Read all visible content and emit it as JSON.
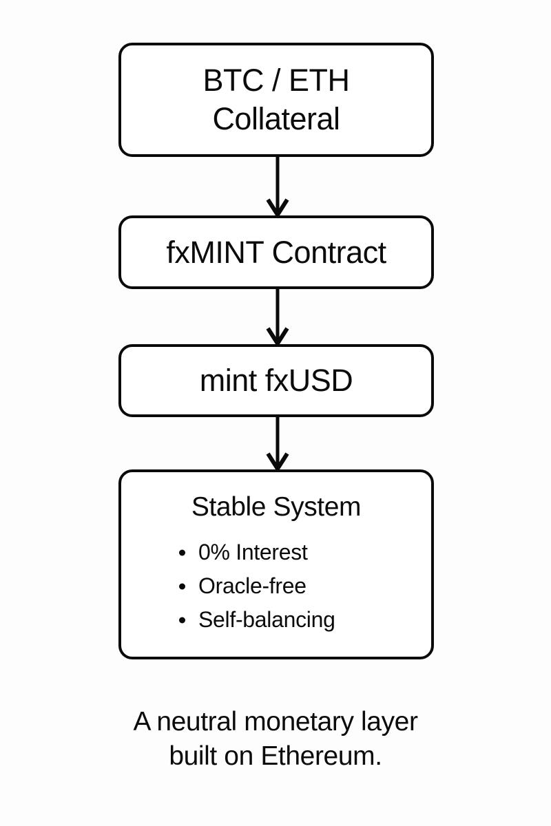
{
  "diagram": {
    "type": "flowchart",
    "orientation": "vertical",
    "background_color": "#fdfdfd",
    "stroke_color": "#0a0a0a",
    "text_color": "#0b0b0b",
    "nodes": [
      {
        "id": "collateral",
        "title": "BTC / ETH\nCollateral",
        "line1": "BTC / ETH",
        "line2": "Collateral"
      },
      {
        "id": "contract",
        "title": "fxMINT Contract"
      },
      {
        "id": "mint",
        "title": "mint fxUSD"
      },
      {
        "id": "system",
        "title": "Stable System",
        "bullets": [
          "0% Interest",
          "Oracle-free",
          "Self-balancing"
        ]
      }
    ],
    "connectors": [
      {
        "id": "collateral-to-contract",
        "from": "collateral",
        "to": "contract",
        "style": "arrow-down"
      },
      {
        "id": "contract-to-mint",
        "from": "contract",
        "to": "mint",
        "style": "arrow-down"
      },
      {
        "id": "mint-to-system",
        "from": "mint",
        "to": "system",
        "style": "arrow-down"
      }
    ],
    "caption": "A neutral monetary layer\nbuilt on Ethereum."
  }
}
